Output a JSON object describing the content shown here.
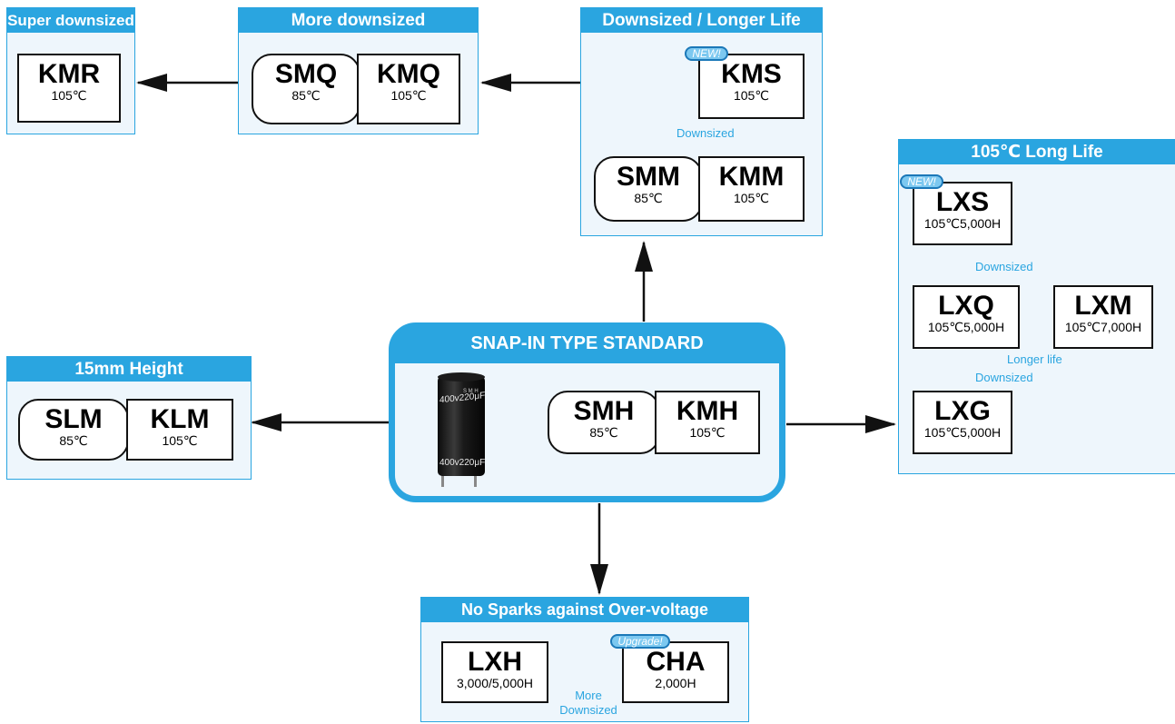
{
  "center": {
    "title": "SNAP-IN TYPE STANDARD",
    "parts": [
      {
        "name": "SMH",
        "temp": "85℃"
      },
      {
        "name": "KMH",
        "temp": "105℃"
      }
    ]
  },
  "super_downsized": {
    "title": "Super downsized",
    "parts": [
      {
        "name": "KMR",
        "temp": "105℃"
      }
    ]
  },
  "more_downsized": {
    "title": "More downsized",
    "parts": [
      {
        "name": "SMQ",
        "temp": "85℃"
      },
      {
        "name": "KMQ",
        "temp": "105℃"
      }
    ]
  },
  "downsized_longer": {
    "title": "Downsized / Longer Life",
    "parts": [
      {
        "name": "KMS",
        "temp": "105℃",
        "badge": "NEW!"
      },
      {
        "name": "SMM",
        "temp": "85℃"
      },
      {
        "name": "KMM",
        "temp": "105℃"
      }
    ],
    "note": "Downsized"
  },
  "long_life": {
    "title": "105℃ Long Life",
    "parts": [
      {
        "name": "LXS",
        "temp": "105℃5,000H",
        "badge": "NEW!"
      },
      {
        "name": "LXQ",
        "temp": "105℃5,000H"
      },
      {
        "name": "LXM",
        "temp": "105℃7,000H"
      },
      {
        "name": "LXG",
        "temp": "105℃5,000H"
      }
    ],
    "notes": {
      "downsized_top": "Downsized",
      "longer_life": "Longer life",
      "downsized_bottom": "Downsized"
    }
  },
  "height_15mm": {
    "title": "15mm Height",
    "parts": [
      {
        "name": "SLM",
        "temp": "85℃"
      },
      {
        "name": "KLM",
        "temp": "105℃"
      }
    ]
  },
  "no_sparks": {
    "title": "No Sparks against Over-voltage",
    "parts": [
      {
        "name": "LXH",
        "temp": "3,000/5,000H"
      },
      {
        "name": "CHA",
        "temp": "2,000H",
        "badge": "Upgrade!"
      }
    ],
    "note_line1": "More",
    "note_line2": "Downsized"
  },
  "capacitor_print": {
    "line1": "400v220μF",
    "line2": "S M H"
  },
  "colors": {
    "accent": "#2aa5e0",
    "panel": "#eef6fc",
    "badge": "#7cc8f0"
  }
}
